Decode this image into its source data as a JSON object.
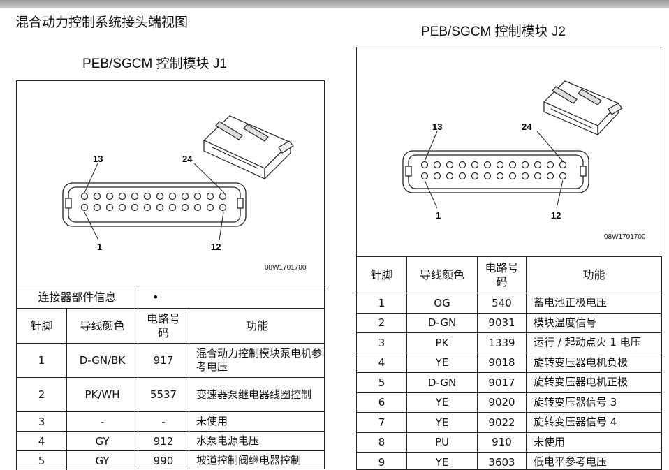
{
  "page_title": "混合动力控制系统接头端视图",
  "j1": {
    "title": "PEB/SGCM 控制模块 J1",
    "diagram_code": "08W1701700",
    "pin_labels": {
      "top_left": "13",
      "top_right": "24",
      "bottom_left": "1",
      "bottom_right": "12"
    },
    "info_label": "连接器部件信息",
    "info_value": "•",
    "headers": {
      "pin": "针脚",
      "wire_color": "导线颜色",
      "circuit": "电路号码",
      "function": "功能"
    },
    "rows": [
      {
        "pin": "1",
        "wire_color": "D-GN/BK",
        "circuit": "917",
        "function": "混合动力控制模块泵电机参考电压"
      },
      {
        "pin": "2",
        "wire_color": "PK/WH",
        "circuit": "5537",
        "function": "变速器泵继电器线圈控制"
      },
      {
        "pin": "3",
        "wire_color": "-",
        "circuit": "-",
        "function": "未使用"
      },
      {
        "pin": "4",
        "wire_color": "GY",
        "circuit": "912",
        "function": "水泵电源电压"
      },
      {
        "pin": "5",
        "wire_color": "GY",
        "circuit": "990",
        "function": "坡道控制阀继电器控制"
      }
    ]
  },
  "j2": {
    "title": "PEB/SGCM 控制模块 J2",
    "diagram_code": "08W1701700",
    "pin_labels": {
      "top_left": "13",
      "top_right": "24",
      "bottom_left": "1",
      "bottom_right": "12"
    },
    "headers": {
      "pin": "针脚",
      "wire_color": "导线颜色",
      "circuit": "电路号码",
      "function": "功能"
    },
    "rows": [
      {
        "pin": "1",
        "wire_color": "OG",
        "circuit": "540",
        "function": "蓄电池正极电压"
      },
      {
        "pin": "2",
        "wire_color": "D-GN",
        "circuit": "9031",
        "function": "模块温度信号"
      },
      {
        "pin": "3",
        "wire_color": "PK",
        "circuit": "1339",
        "function": "运行 / 起动点火 1 电压"
      },
      {
        "pin": "4",
        "wire_color": "YE",
        "circuit": "9018",
        "function": "旋转变压器电机负极"
      },
      {
        "pin": "5",
        "wire_color": "D-GN",
        "circuit": "9017",
        "function": "旋转变压器电机正极"
      },
      {
        "pin": "6",
        "wire_color": "YE",
        "circuit": "9020",
        "function": "旋转变压器信号 3"
      },
      {
        "pin": "7",
        "wire_color": "YE",
        "circuit": "9022",
        "function": "旋转变压器信号 4"
      },
      {
        "pin": "8",
        "wire_color": "PU",
        "circuit": "910",
        "function": "未使用"
      },
      {
        "pin": "9",
        "wire_color": "YE",
        "circuit": "3603",
        "function": "低电平参考电压"
      }
    ]
  }
}
